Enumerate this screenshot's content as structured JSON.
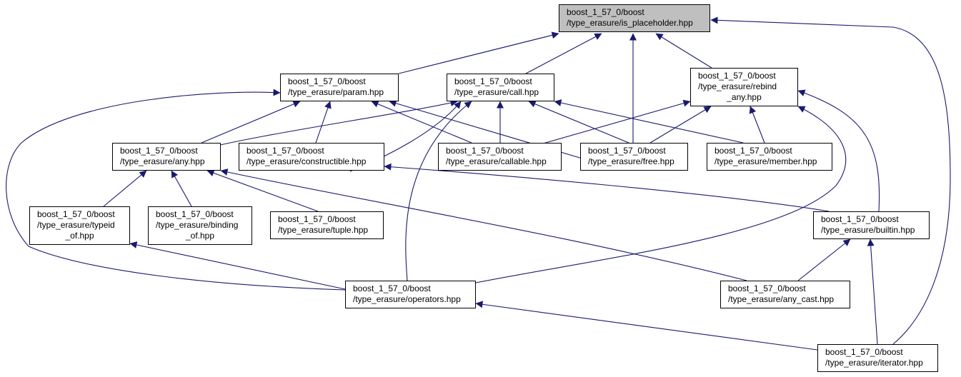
{
  "colors": {
    "edge": "#191970",
    "root_fill": "#bfbfbf",
    "node_fill": "#ffffff"
  },
  "nodes": {
    "is_placeholder": [
      "boost_1_57_0/boost",
      "/type_erasure/is_placeholder.hpp"
    ],
    "param": [
      "boost_1_57_0/boost",
      "/type_erasure/param.hpp"
    ],
    "call": [
      "boost_1_57_0/boost",
      "/type_erasure/call.hpp"
    ],
    "rebind_any": [
      "boost_1_57_0/boost",
      "/type_erasure/rebind",
      "_any.hpp"
    ],
    "any": [
      "boost_1_57_0/boost",
      "/type_erasure/any.hpp"
    ],
    "constructible": [
      "boost_1_57_0/boost",
      "/type_erasure/constructible.hpp"
    ],
    "callable": [
      "boost_1_57_0/boost",
      "/type_erasure/callable.hpp"
    ],
    "free": [
      "boost_1_57_0/boost",
      "/type_erasure/free.hpp"
    ],
    "member": [
      "boost_1_57_0/boost",
      "/type_erasure/member.hpp"
    ],
    "typeid_of": [
      "boost_1_57_0/boost",
      "/type_erasure/typeid",
      "_of.hpp"
    ],
    "binding_of": [
      "boost_1_57_0/boost",
      "/type_erasure/binding",
      "_of.hpp"
    ],
    "tuple": [
      "boost_1_57_0/boost",
      "/type_erasure/tuple.hpp"
    ],
    "builtin": [
      "boost_1_57_0/boost",
      "/type_erasure/builtin.hpp"
    ],
    "operators": [
      "boost_1_57_0/boost",
      "/type_erasure/operators.hpp"
    ],
    "any_cast": [
      "boost_1_57_0/boost",
      "/type_erasure/any_cast.hpp"
    ],
    "iterator": [
      "boost_1_57_0/boost",
      "/type_erasure/iterator.hpp"
    ]
  },
  "edges": [
    [
      "param",
      "is_placeholder"
    ],
    [
      "call",
      "is_placeholder"
    ],
    [
      "free",
      "is_placeholder"
    ],
    [
      "rebind_any",
      "is_placeholder"
    ],
    [
      "iterator",
      "is_placeholder"
    ],
    [
      "any",
      "param"
    ],
    [
      "constructible",
      "param"
    ],
    [
      "callable",
      "param"
    ],
    [
      "free",
      "param"
    ],
    [
      "operators",
      "param"
    ],
    [
      "any",
      "call"
    ],
    [
      "constructible",
      "call"
    ],
    [
      "callable",
      "call"
    ],
    [
      "free",
      "call"
    ],
    [
      "member",
      "call"
    ],
    [
      "operators",
      "call"
    ],
    [
      "callable",
      "rebind_any"
    ],
    [
      "free",
      "rebind_any"
    ],
    [
      "member",
      "rebind_any"
    ],
    [
      "builtin",
      "rebind_any"
    ],
    [
      "operators",
      "rebind_any"
    ],
    [
      "typeid_of",
      "any"
    ],
    [
      "binding_of",
      "any"
    ],
    [
      "tuple",
      "any"
    ],
    [
      "any_cast",
      "any"
    ],
    [
      "builtin",
      "constructible"
    ],
    [
      "any_cast",
      "builtin"
    ],
    [
      "iterator",
      "builtin"
    ],
    [
      "operators",
      "typeid_of"
    ],
    [
      "iterator",
      "operators"
    ]
  ]
}
